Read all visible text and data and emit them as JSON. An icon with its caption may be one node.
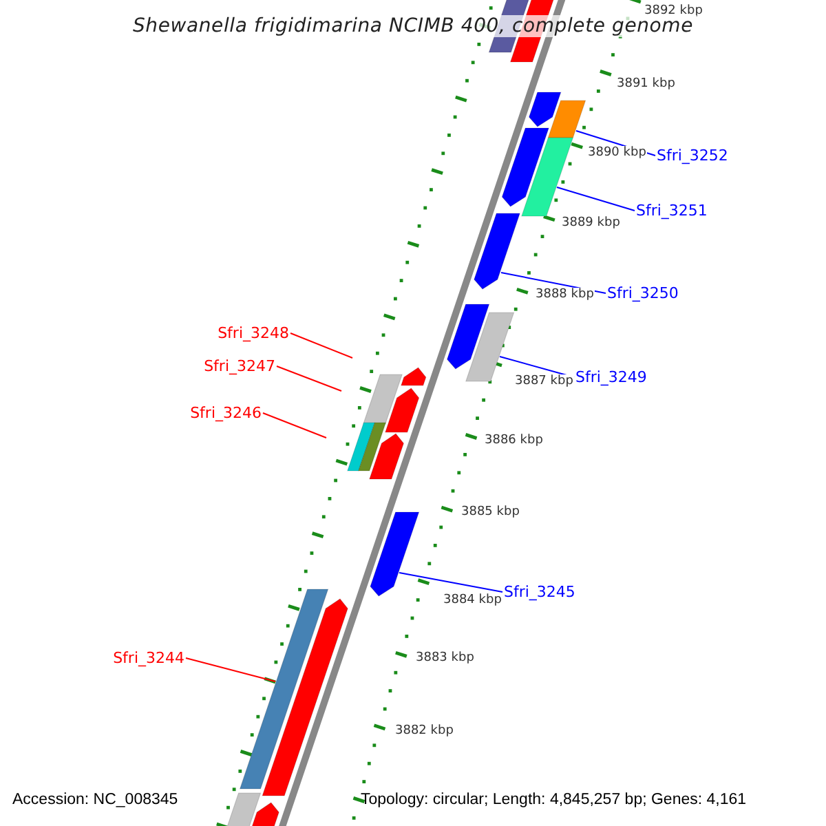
{
  "diagram": {
    "title": "Shewanella frigidimarina NCIMB 400, complete genome",
    "nodes": [
      {
        "text": [
          "Sfri_3252"
        ]
      },
      {
        "text": [
          "Sfri_3251"
        ]
      },
      {
        "text": [
          "Sfri_3250"
        ]
      },
      {
        "text": [
          "Sfri_3248"
        ]
      },
      {
        "text": [
          "Sfri_3247"
        ]
      },
      {
        "text": [
          "Sfri_3249"
        ]
      },
      {
        "text": [
          "Sfri_3246"
        ]
      },
      {
        "text": [
          "Sfri_3245"
        ]
      },
      {
        "text": [
          "Sfri_3244"
        ]
      },
      {
        "text": [],
        "shape": "bar"
      },
      {
        "text": [],
        "shape": "bar"
      },
      {
        "text": [],
        "shape": "arrow"
      },
      {
        "text": [],
        "shape": "bar"
      },
      {
        "text": [],
        "shape": "arrow"
      },
      {
        "text": [],
        "shape": "bar"
      },
      {
        "text": [],
        "shape": "arrow"
      }
    ],
    "edges": [
      {
        "from": 0,
        "to": 9,
        "arrow": "none"
      },
      {
        "from": 1,
        "to": 10,
        "arrow": "none"
      },
      {
        "from": 2,
        "to": 11,
        "arrow": "none"
      },
      {
        "from": 3,
        "to": null,
        "arrow": "none",
        "color": "#ff0000"
      },
      {
        "from": 4,
        "to": null,
        "arrow": "none",
        "color": "#ff0000"
      },
      {
        "from": 5,
        "to": 12,
        "arrow": "none"
      },
      {
        "from": 6,
        "to": null,
        "arrow": "none",
        "color": "#ff0000"
      },
      {
        "from": 7,
        "to": 13,
        "arrow": "none"
      },
      {
        "from": 8,
        "to": 14,
        "arrow": "none",
        "color": "#ff0000"
      }
    ],
    "labels": [
      "3892 kbp",
      "3891 kbp",
      "3890 kbp",
      "3889 kbp",
      "3888 kbp",
      "3887 kbp",
      "3886 kbp",
      "3885 kbp",
      "3884 kbp",
      "3883 kbp",
      "3882 kbp",
      "Accession: NC_008345",
      "Topology: circular; Length: 4,845,257 bp; Genes: 4,161"
    ]
  }
}
